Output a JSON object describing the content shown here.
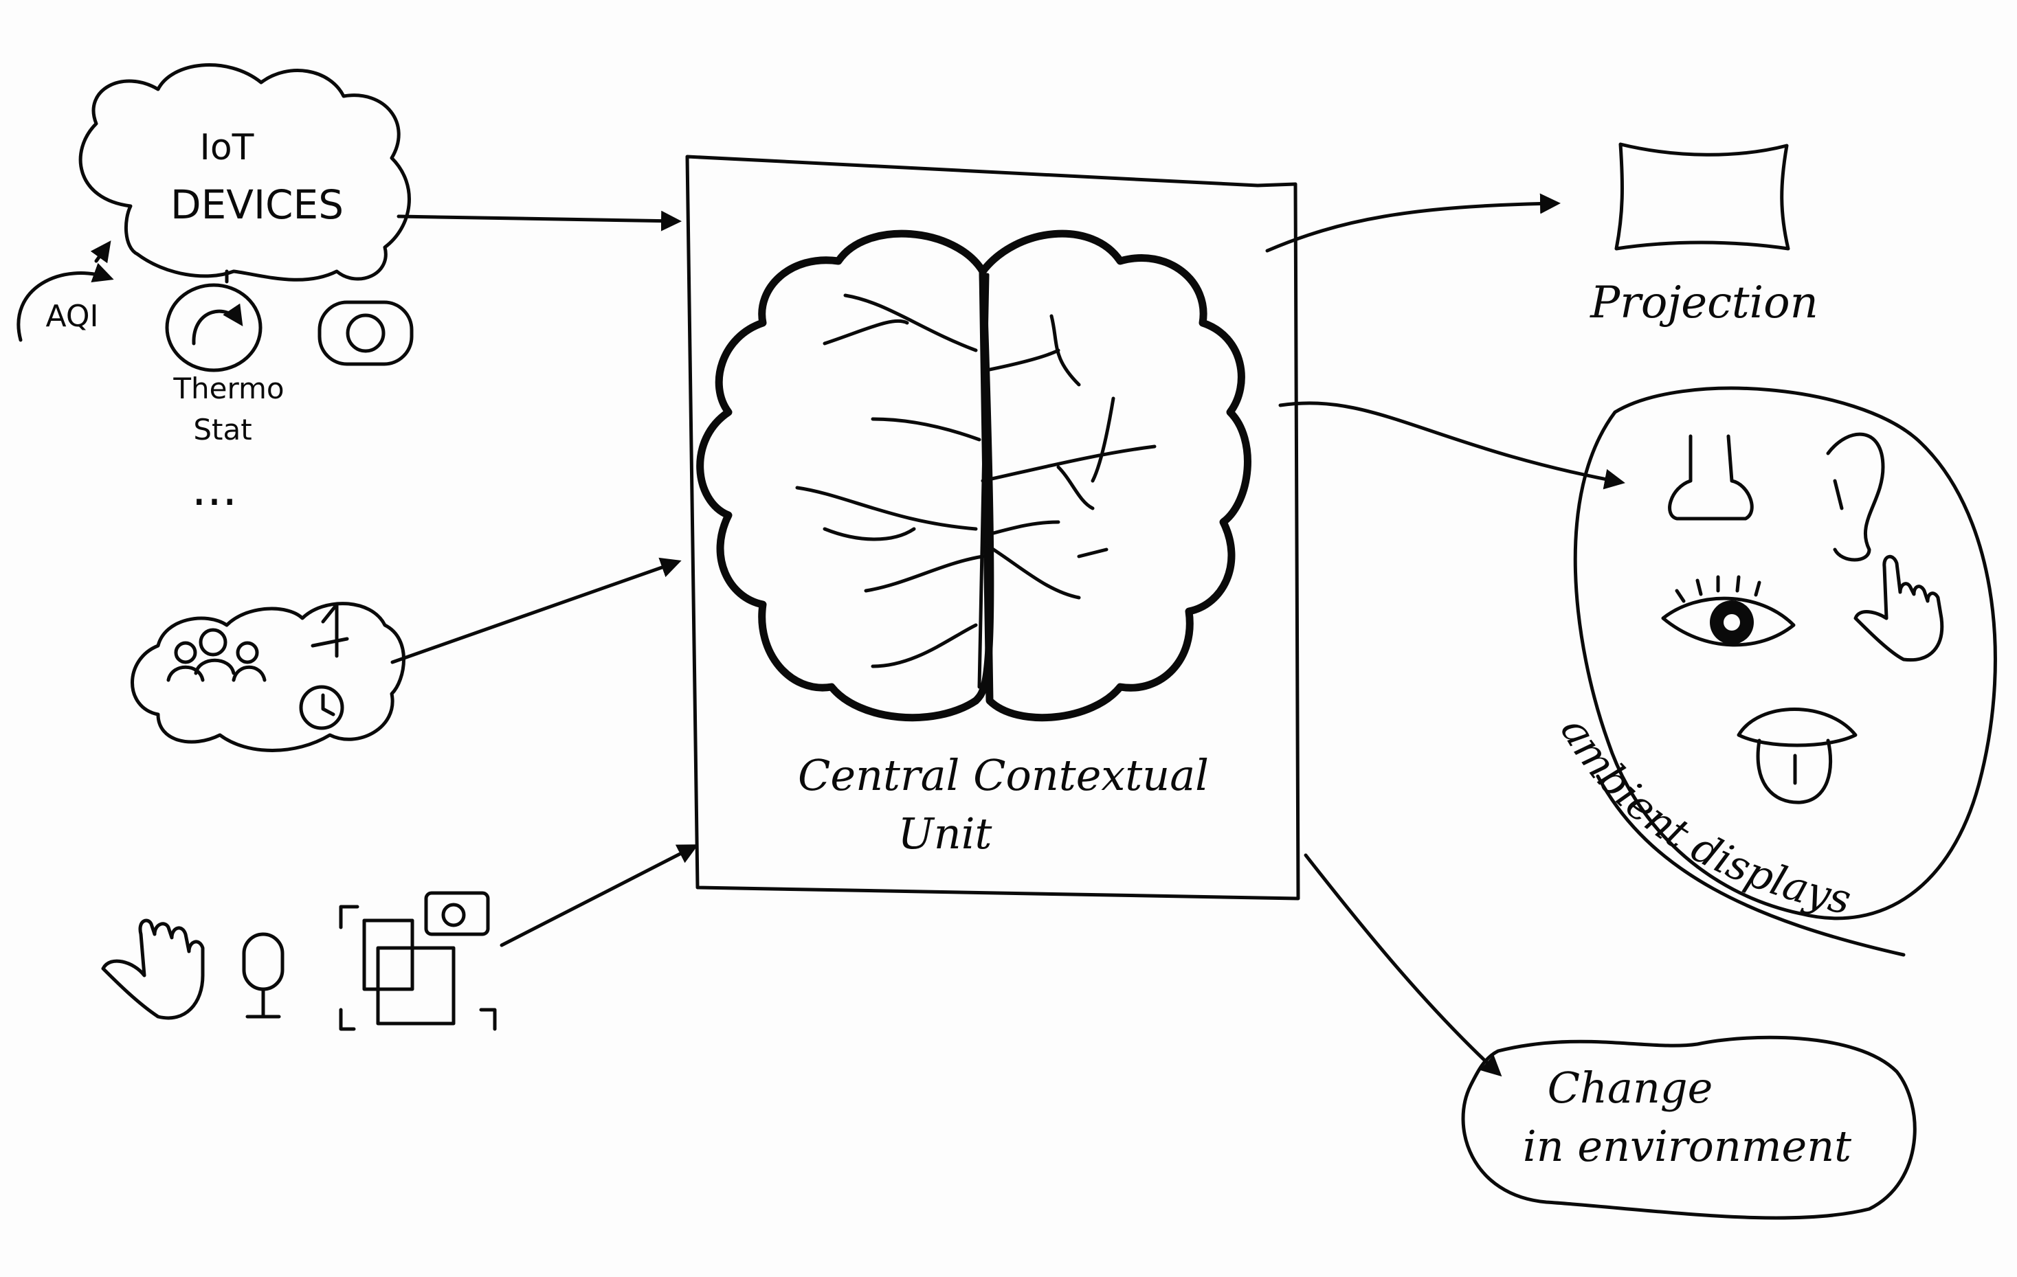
{
  "inputs": {
    "iot": {
      "title_line1": "IoT",
      "title_line2": "DEVICES",
      "aqi_label": "AQI",
      "thermostat_line1": "Thermo",
      "thermostat_line2": "Stat",
      "more": "..."
    },
    "people_context": {
      "icons": [
        "people-icon",
        "walking-person-icon",
        "clock-icon"
      ]
    },
    "sensors": {
      "icons": [
        "hand-gesture-icon",
        "microphone-icon",
        "camera-frame-icon"
      ]
    }
  },
  "center": {
    "label_line1": "Central Contextual",
    "label_line2": "Unit",
    "icon": "brain-icon"
  },
  "outputs": {
    "projection": {
      "label": "Projection"
    },
    "ambient": {
      "label": "ambient displays",
      "icons": [
        "nose-icon",
        "ear-icon",
        "eye-icon",
        "hand-touch-icon",
        "tongue-icon"
      ]
    },
    "environment": {
      "label_line1": "Change",
      "label_line2": "in environment"
    }
  },
  "colors": {
    "ink": "#0a0a0a",
    "paper": "#fdfdfd"
  }
}
